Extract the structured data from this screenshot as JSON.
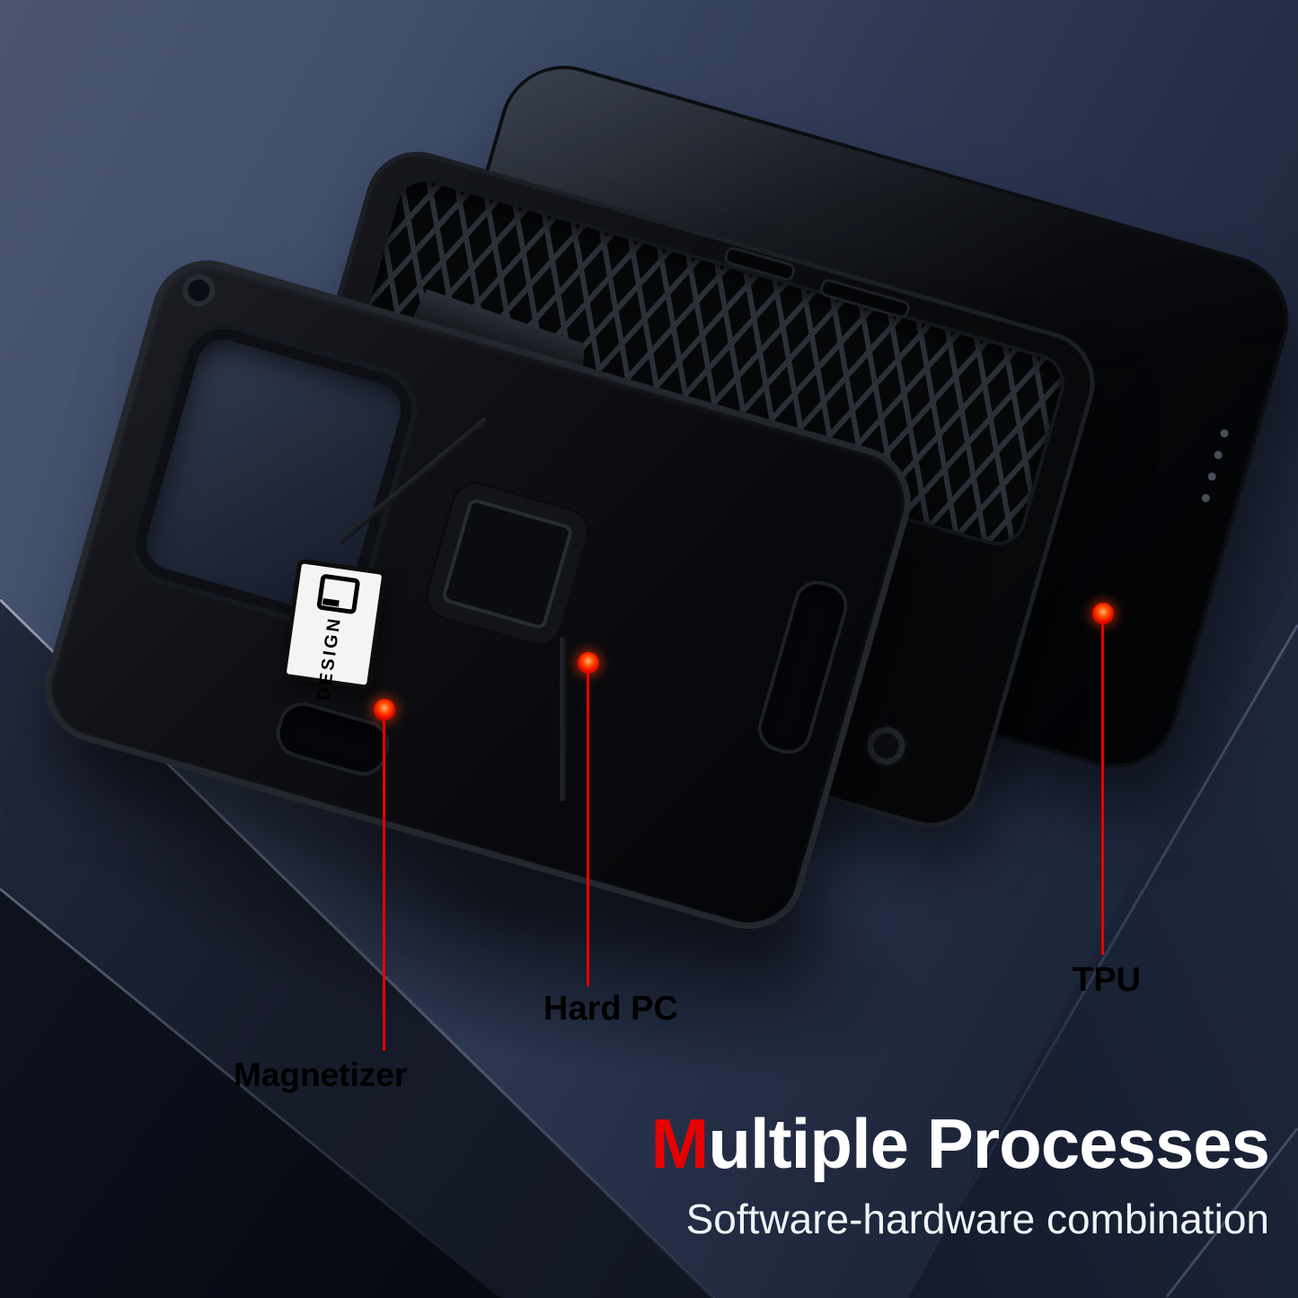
{
  "product": {
    "badge": {
      "icon": "d-design-logo-icon",
      "text": "DESIGN"
    }
  },
  "callouts": {
    "magnetizer": {
      "label": "Magnetizer"
    },
    "hard_pc": {
      "label": "Hard PC"
    },
    "tpu": {
      "label": "TPU"
    }
  },
  "footer": {
    "title_highlight": "M",
    "title_rest": "ultiple Processes",
    "subtitle": "Software-hardware combination"
  },
  "colors": {
    "accent_red": "#e60000",
    "title_text": "#ffffff",
    "label_text": "#000000",
    "background_top": "#4a556f",
    "background_bottom": "#141a2a"
  }
}
